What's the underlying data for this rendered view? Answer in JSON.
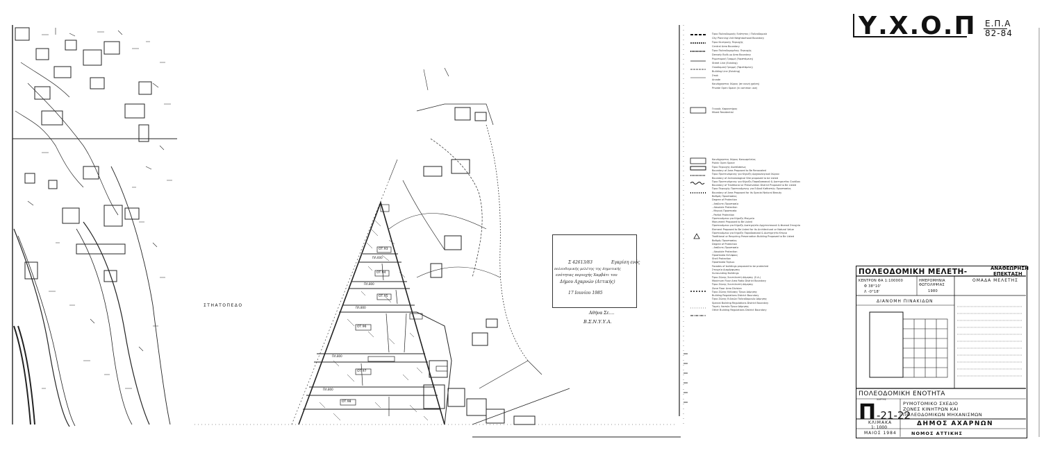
{
  "header": {
    "title": "Υ.Χ.Ο.Π",
    "program": "Ε.Π.Α",
    "years": "82-84"
  },
  "map": {
    "left_label": "ΣΤΗΑΤΟΠΕΔΟ",
    "blocks": [
      "ΟΤ.93",
      "ΟΤ.94",
      "ΟΤ.95",
      "ΟΤ.96",
      "ΟΤ.97",
      "ΟΤ.98"
    ],
    "street_labels": [
      "ΠΛ.800",
      "ΠΛ.800",
      "ΠΛ.800",
      "ΠΛ.800",
      "ΠΛ.600"
    ],
    "stamp_lines": [
      "Σ 42613/83",
      "Εγκρίση ενός",
      "πολεοδομικής μελέτης της Δημοτικής",
      "ενότητας περιοχής Χαρβάτι του",
      "Δήμου Αχαρνών (Αττικής)",
      "17 Ιουνίου 1985",
      "Αθήνα Σε....",
      "Β.Σ.Ν.Υ.Υ.Α."
    ]
  },
  "legend": {
    "items_top": [
      "Όριο Πολεοδομικής Ενότητας / Πολεοδομικά",
      "City Planning Unit Neighborhood Boundary",
      "Όριο Κεντρικής Περιοχής",
      "Central Area Boundary",
      "Όριο Πολεοδομημένης Περιοχής",
      "Densely Built-up Area Boundary",
      "Ρυμοτομική Γραμμή (Υφιστάμενη)",
      "Street Line (Existing)",
      "Οικοδομική Γραμμή (Υφιστάμενη)",
      "Building Line (Existing)",
      "Στοά",
      "Arcade",
      "Κοινόχρηστος Χώρος (σε κοινή χρήση)",
      "Private Open Space (in common use)"
    ],
    "items_mid": [
      "Γενικός Χαρακτήρας",
      "Mixed Residential"
    ],
    "items_bottom": [
      "Κοινόχρηστος Χώρος Κοινωφελείας",
      "Public Open Space",
      "Όριο Περιοχής Αναπλάσεως",
      "Boundary of Area Proposed to Be Renovated",
      "Όριο Προτεινόμενης για Κήρυξη Αρχαιολογικού Χώρου",
      "Boundary of Archaeological Site proposed to be Listed",
      "Όριο Προτεινόμενης για Κήρυξη Παραδοσιακού & Διατηρητέου Συνόλου",
      "Boundary of Traditional or Preservation District Proposed to Be Listed",
      "Όριο Περιοχής Προτεινόμενης για Ειδικό Καθεστώς Προστασίας",
      "Boundary of Area Proposed for its Special Natural Beauty",
      "Βαθμός Προστασίας",
      "Degree of Protection",
      "- Απόλυτη Προστασία",
      "- Absolute Protection",
      "- Μερική Προστασία",
      "- Partial Protection",
      "Προτεινόμενο για Κήρυξη Μνημείο",
      "Monument Proposed to Be Listed",
      "Προτεινόμενο για Κήρυξη Διατηρητέο Αρχιτεκτονικό & Φυσικό Στοιχείο",
      "Element Proposed to Be Listed for its Architectural or Natural Value",
      "Προτεινόμενο για Κήρυξη Παραδοσιακό & Διατηρητέο Κτίριο",
      "Traditional or Requiring Preservation Building Proposed to Be Listed",
      "Βαθμός Προστασίας",
      "Degree of Protection",
      "- Απόλυτη Προστασία",
      "- Absolute Protection",
      "Προστασία Κελύφους",
      "Shell Protection",
      "Προστασία Όψεων",
      "Facades of buildings proposed to be protected",
      "Στοιχεία Διαμόρφωσης",
      "Surrounding Buildings",
      "Όριο Ζώνης Συντελεστή Δόμησης (Σ.Δ.)",
      "Maximum Floor Area Ratio District Boundary",
      "Όριο Ζώνης Συντελεστή Δόμησης",
      "Zone Floor Area Division",
      "Όριο Ζώνης Κάλυψης Όρων Δόμησης",
      "Building Regulations District Boundary",
      "Όριο Ζώνης Ειδικών Πολεοδομικών Δόμησης",
      "Special Building Regulations District Boundary",
      "Τομείς Λοιπών Όρων Δόμησης",
      "Other Building Regulations District Boundary"
    ]
  },
  "title_block": {
    "heading": "ΠΟΛΕΟΔΟΜΙΚΗ ΜΕΛΕΤΗ - ΑΝΑΘΕΩΡΗΣΗ ΕΠΕΚΤΑΣΗ",
    "heading_main": "ΠΟΛΕΟΔΟΜΙΚΗ ΜΕΛΕΤΗ-",
    "heading_top": "ΑΝΑΘΕΩΡΗΣΗ",
    "heading_bot": "ΕΠΕΚΤΑΣΗ",
    "center_label": "ΚΕΝΤΡΟΝ ΦΑ 1:100000",
    "photo_date_label": "ΗΜΕΡΟΜΗΝΙΑ ΦΩΤΟΛΗΨΙΑΣ",
    "photo_date": "1980",
    "coord_lat": "Φ 38°10'",
    "coord_lon": "Λ -0°18'",
    "team_label": "ΟΜΑΔΑ ΜΕΛΕΤΗΣ",
    "sheet_index_label": "ΔΙΑΝΟΜΗ ΠΙΝΑΚΙΔΩΝ",
    "unit_label": "ΠΟΛΕΟΔΟΜΙΚΗ ΕΝΟΤΗΤΑ",
    "sheet_label": "ΧΑΡΤΗΣ",
    "sheet_code_letter": "Π",
    "sheet_code_num": "-21-22",
    "desc_line1": "ΡΥΜΟΤΟΜΙΚΟ ΣΧΕΔΙΟ",
    "desc_line2": "ΖΩΝΕΣ ΚΙΝΗΤΡΩΝ ΚΑΙ",
    "desc_line3": "ΠΟΛΕΟΔΟΜΙΚΩΝ ΜΗΧΑΝΙΣΜΩΝ",
    "scale_label": "ΚΛΙΜΑΚΑ",
    "scale": "1: 1000",
    "date": "ΜΑΙΟΣ 1984",
    "municipality": "ΔΗΜΟΣ ΑΧΑΡΝΩΝ",
    "prefecture": "ΝΟΜΟΣ ΑΤΤΙΚΗΣ"
  }
}
